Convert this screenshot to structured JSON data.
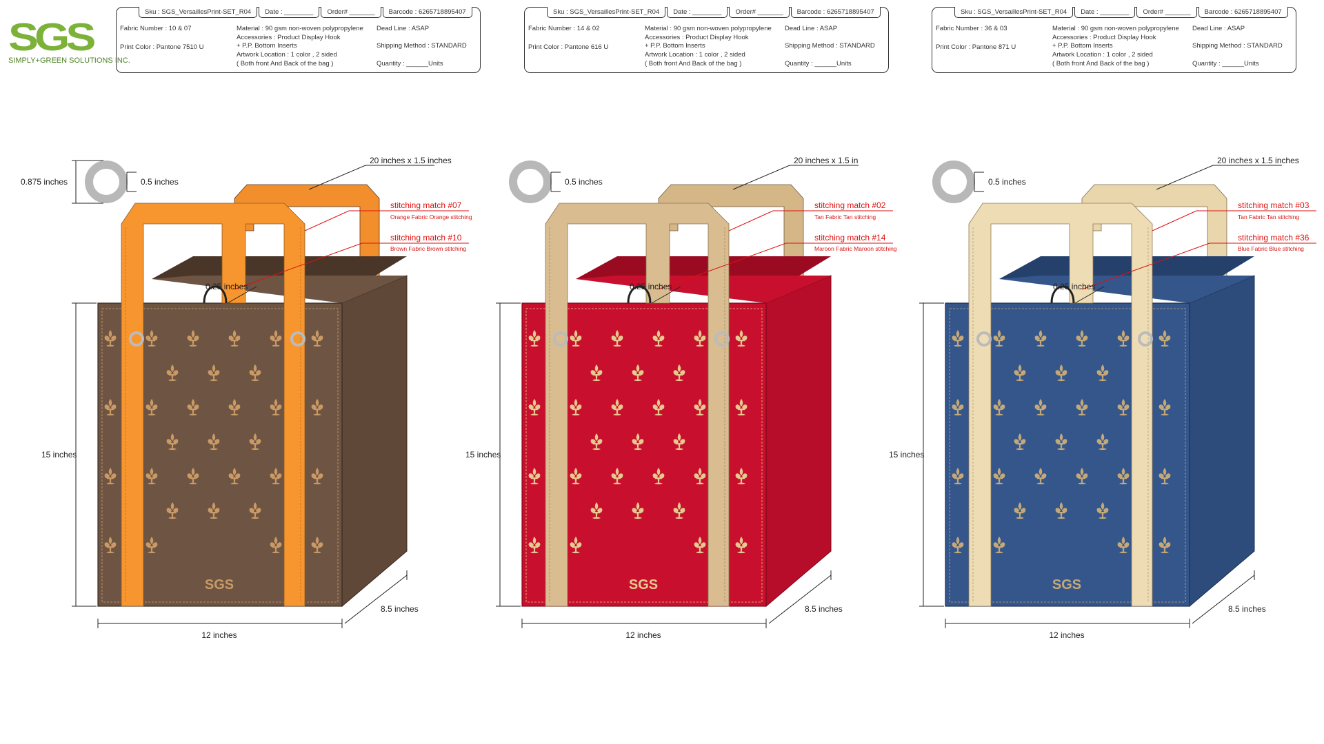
{
  "logo": {
    "mark": "SGS",
    "tagline": "SIMPLY+GREEN SOLUTIONS INC."
  },
  "sheets": [
    {
      "sku": "Sku : SGS_VersaillesPrint-SET_R04",
      "date": "Date : ________",
      "order": "Order# _______",
      "barcode": "Barcode : 6265718895407",
      "fabric": "Fabric Number : 10 & 07",
      "print_color": "Print Color : Pantone 7510 U",
      "material": "Material : 90 gsm non-woven polypropylene",
      "accessories": "Accessories : Product Display Hook",
      "inserts": "+ P.P. Bottom Inserts",
      "artwork": "Artwork Location : 1 color , 2 sided",
      "artwork_note": "( Both  front And Back of the bag )",
      "deadline": "Dead Line : ASAP",
      "shipping": "Shipping Method : STANDARD",
      "quantity": "Quantity : ______Units",
      "handle_dim": "20 inches x 1.5 inches",
      "ring_outer": "0.875 inches",
      "ring_inner": "0.5 inches",
      "stitch1_title": "stitching match #07",
      "stitch1_sub": "Orange Fabric Orange stitching",
      "stitch2_title": "stitching match #10",
      "stitch2_sub": "Brown Fabric Brown stitching",
      "margin_dim": "0.25 inches",
      "height_dim": "15 inches",
      "depth_dim": "8.5 inches",
      "width_dim": "12 inches",
      "bag_logo": "SGS",
      "colors": {
        "body": "#6e5442",
        "side": "#5f4838",
        "handle": "#f7962e",
        "handle_back": "#f28f2c",
        "motif": "#c99a66"
      }
    },
    {
      "sku": "Sku : SGS_VersaillesPrint-SET_R04",
      "date": "Date : ________",
      "order": "Order# _______",
      "barcode": "Barcode : 6265718895407",
      "fabric": "Fabric Number : 14 & 02",
      "print_color": "Print Color : Pantone 616 U",
      "material": "Material : 90 gsm non-woven polypropylene",
      "accessories": "Accessories : Product Display Hook",
      "inserts": "+ P.P. Bottom Inserts",
      "artwork": "Artwork Location : 1 color , 2 sided",
      "artwork_note": "( Both  front And Back of the bag )",
      "deadline": "Dead Line : ASAP",
      "shipping": "Shipping Method : STANDARD",
      "quantity": "Quantity : ______Units",
      "handle_dim": "20 inches x 1.5 in",
      "ring_outer": "",
      "ring_inner": "0.5 inches",
      "stitch1_title": "stitching match #02",
      "stitch1_sub": "Tan Fabric Tan stitching",
      "stitch2_title": "stitching match #14",
      "stitch2_sub": "Maroon Fabric Maroon stitching",
      "margin_dim": "0.25 inches",
      "height_dim": "15 inches",
      "depth_dim": "8.5 inches",
      "width_dim": "12 inches",
      "bag_logo": "SGS",
      "colors": {
        "body": "#c8102e",
        "side": "#b80d2a",
        "handle": "#d9bc8f",
        "handle_back": "#d4b687",
        "motif": "#e6c98f"
      }
    },
    {
      "sku": "Sku : SGS_VersaillesPrint-SET_R04",
      "date": "Date : ________",
      "order": "Order# _______",
      "barcode": "Barcode : 6265718895407",
      "fabric": "Fabric Number : 36 & 03",
      "print_color": "Print Color : Pantone 871 U",
      "material": "Material : 90 gsm non-woven polypropylene",
      "accessories": "Accessories : Product Display Hook",
      "inserts": "+ P.P. Bottom Inserts",
      "artwork": "Artwork Location : 1 color , 2 sided",
      "artwork_note": "( Both  front And Back of the bag )",
      "deadline": "Dead Line : ASAP",
      "shipping": "Shipping Method : STANDARD",
      "quantity": "Quantity : ______Units",
      "handle_dim": "20 inches x 1.5 inches",
      "ring_outer": "",
      "ring_inner": "0.5 inches",
      "stitch1_title": "stitching match #03",
      "stitch1_sub": "Tan Fabric Tan stitching",
      "stitch2_title": "stitching match #36",
      "stitch2_sub": "Blue Fabric Blue stitching",
      "margin_dim": "0.25 inches",
      "height_dim": "15 inches",
      "depth_dim": "8.5 inches",
      "width_dim": "12 inches",
      "bag_logo": "SGS",
      "colors": {
        "body": "#34568b",
        "side": "#2d4c7c",
        "handle": "#eedcb5",
        "handle_back": "#e9d6ad",
        "motif": "#c4a878"
      }
    }
  ]
}
